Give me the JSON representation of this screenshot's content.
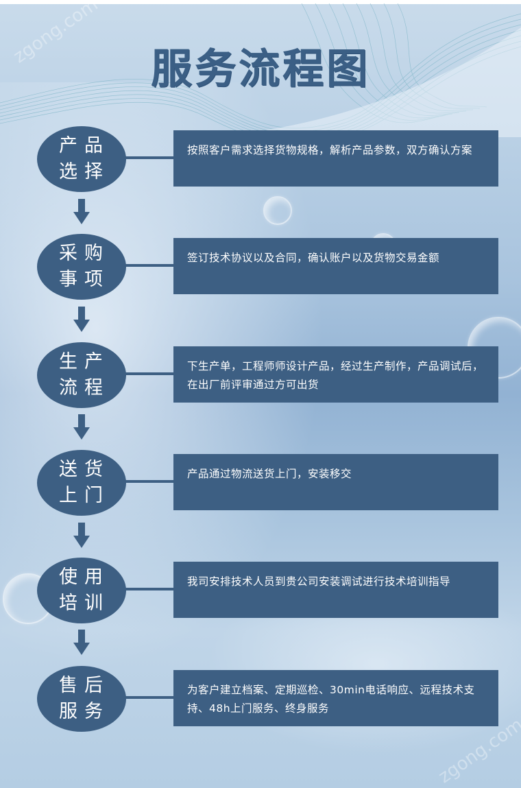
{
  "title": "服务流程图",
  "watermark": "zgong.com",
  "colors": {
    "primary": "#3d5f83",
    "text_on_primary": "#ffffff",
    "title": "#3b5f85"
  },
  "steps": [
    {
      "label_line1": "产品",
      "label_line2": "选择",
      "description": "按照客户需求选择货物规格，解析产品参数，双方确认方案"
    },
    {
      "label_line1": "采购",
      "label_line2": "事项",
      "description": "签订技术协议以及合同，确认账户以及货物交易金额"
    },
    {
      "label_line1": "生产",
      "label_line2": "流程",
      "description": "下生产单，工程师师设计产品，经过生产制作，产品调试后，在出厂前评审通过方可出货"
    },
    {
      "label_line1": "送货",
      "label_line2": "上门",
      "description": "产品通过物流送货上门，安装移交"
    },
    {
      "label_line1": "使用",
      "label_line2": "培训",
      "description": "我司安排技术人员到贵公司安装调试进行技术培训指导"
    },
    {
      "label_line1": "售后",
      "label_line2": "服务",
      "description": "为客户建立档案、定期巡检、30min电话响应、远程技术支持、48h上门服务、终身服务"
    }
  ],
  "icons": {
    "arrow": "arrow-down-icon"
  }
}
